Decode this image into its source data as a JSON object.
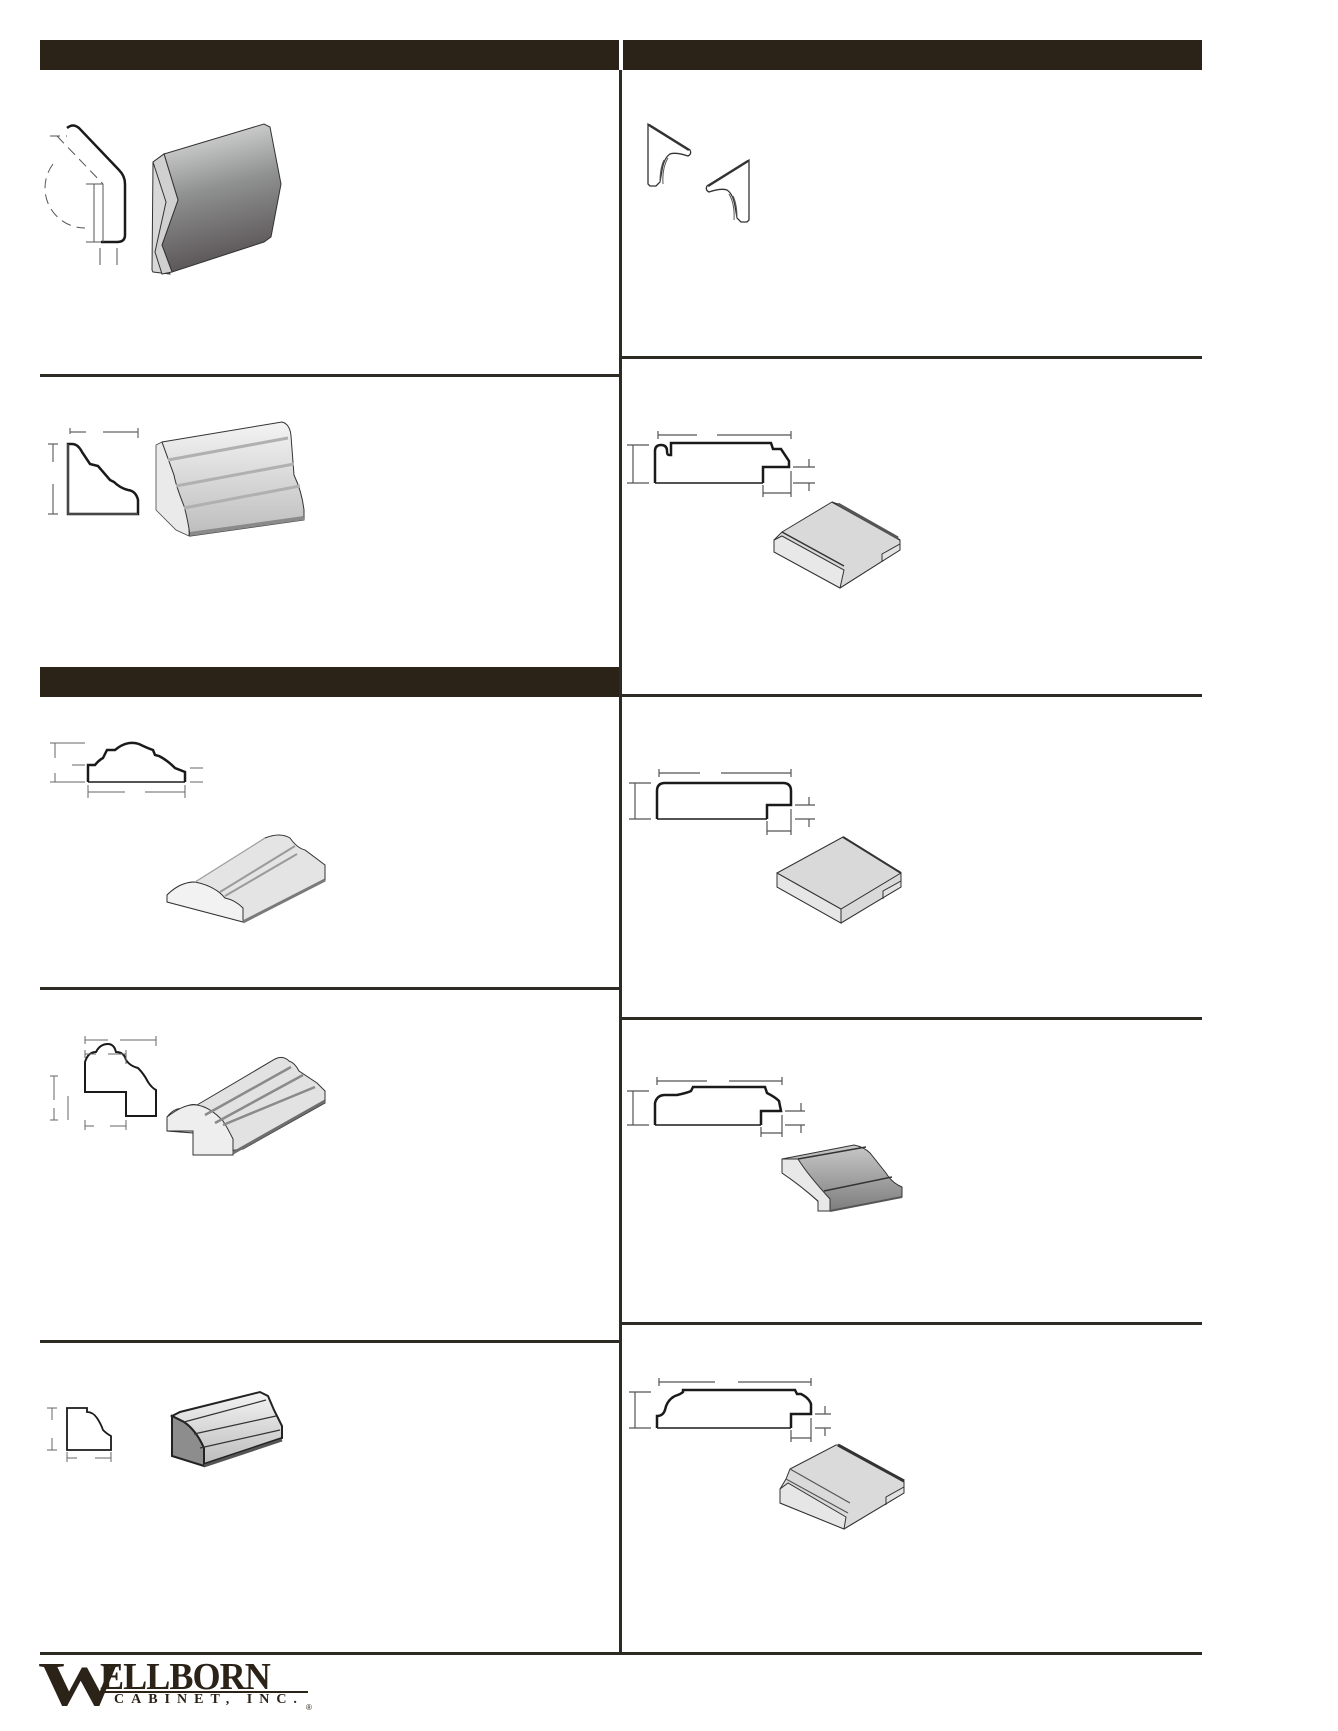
{
  "page": {
    "type": "product catalog page - molding profiles",
    "colors": {
      "header_bar": "#2b2218",
      "rule": "#2e2a24"
    }
  },
  "headers": {
    "left_top": {
      "label": ""
    },
    "right_top": {
      "label": ""
    },
    "left_middle": {
      "label": ""
    }
  },
  "sections": {
    "left": [
      {
        "id": "angled-corner-molding",
        "icons": [
          "profile-drawing-icon",
          "3d-render-icon"
        ]
      },
      {
        "id": "crown-molding",
        "icons": [
          "profile-drawing-icon",
          "3d-render-icon"
        ]
      },
      {
        "id": "panel-molding-a",
        "icons": [
          "profile-drawing-icon",
          "3d-render-icon"
        ]
      },
      {
        "id": "panel-molding-b",
        "icons": [
          "profile-drawing-icon",
          "3d-render-icon"
        ]
      },
      {
        "id": "cove-molding",
        "icons": [
          "profile-drawing-icon",
          "3d-render-icon"
        ]
      }
    ],
    "right": [
      {
        "id": "corbel-brackets",
        "icons": [
          "bracket-left-icon",
          "bracket-right-icon"
        ]
      },
      {
        "id": "countertop-edge-a",
        "icons": [
          "profile-drawing-icon",
          "3d-render-icon"
        ]
      },
      {
        "id": "countertop-edge-b",
        "icons": [
          "profile-drawing-icon",
          "3d-render-icon"
        ]
      },
      {
        "id": "countertop-edge-c",
        "icons": [
          "profile-drawing-icon",
          "3d-render-icon"
        ]
      },
      {
        "id": "countertop-edge-d",
        "icons": [
          "profile-drawing-icon",
          "3d-render-icon"
        ]
      }
    ]
  },
  "footer": {
    "logo": {
      "initial": "W",
      "name": "ELLBORN",
      "subtitle": "CABINET, INC.",
      "registered": "®"
    }
  }
}
